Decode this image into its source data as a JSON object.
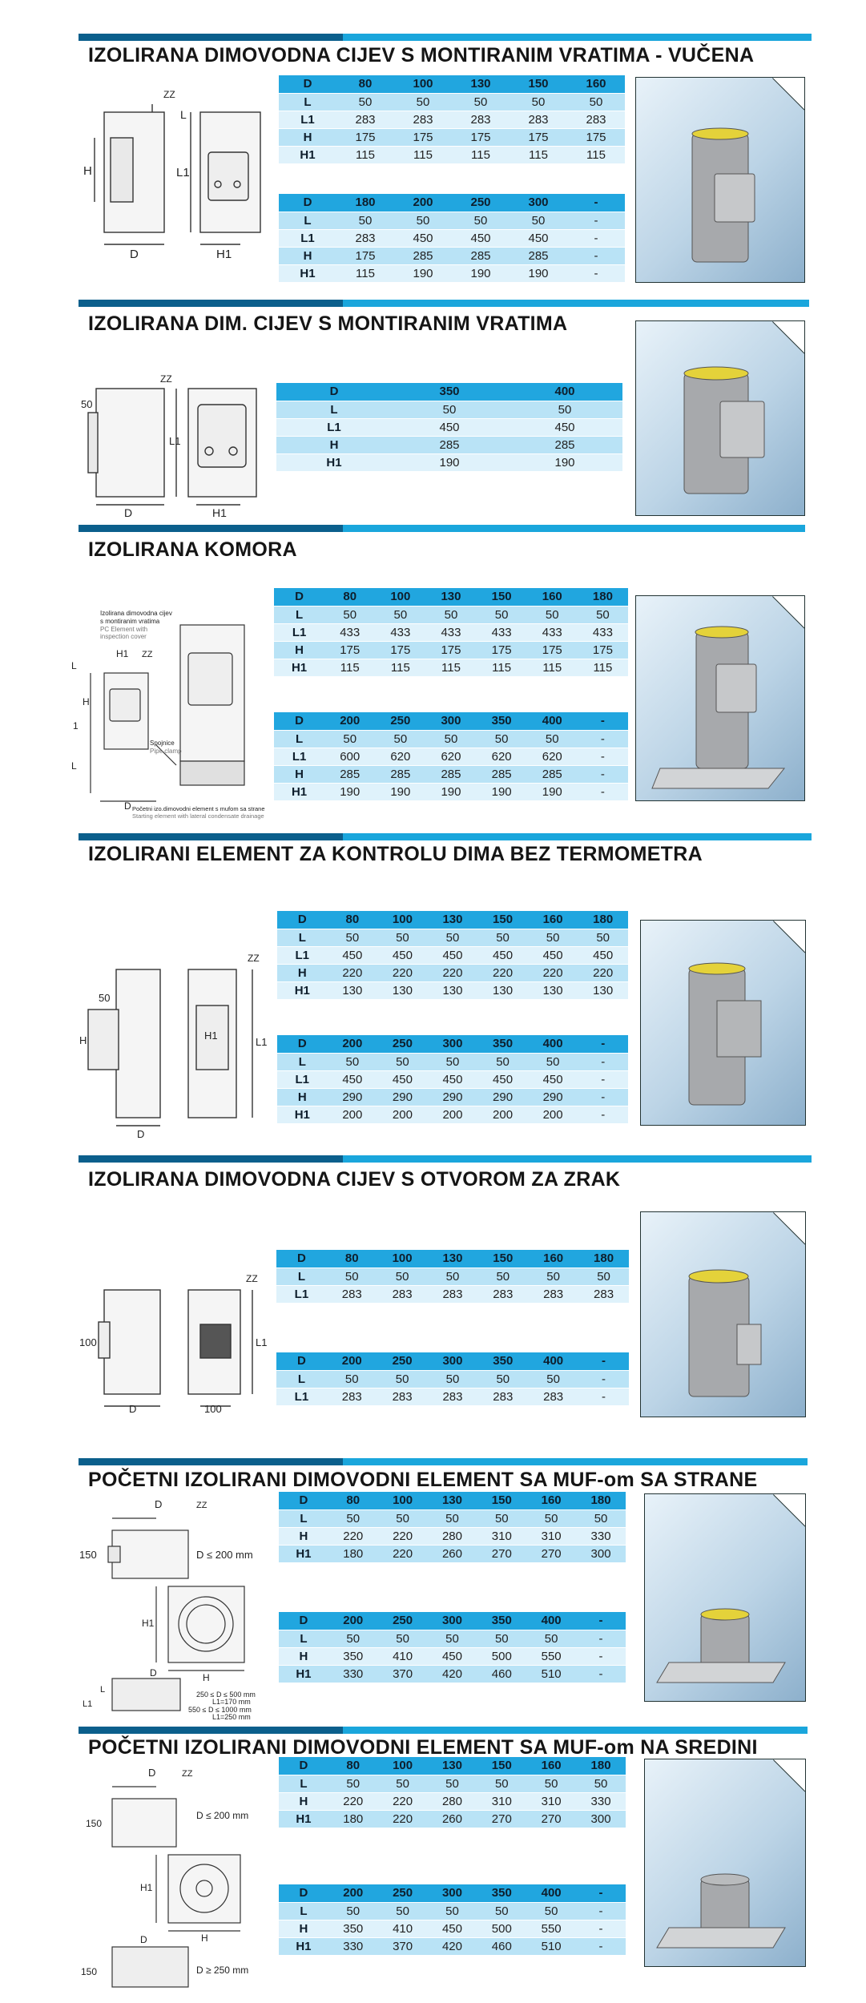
{
  "sections": [
    {
      "title": "IZOLIRANA DIMOVODNA CIJEV S MONTIRANIM VRATIMA - VUČENA",
      "drawing_labels": [
        "ZZ",
        "L",
        "H",
        "L1",
        "D",
        "H1"
      ],
      "tables": [
        {
          "header": [
            "D",
            "80",
            "100",
            "130",
            "150",
            "160"
          ],
          "rows": [
            [
              "L",
              "50",
              "50",
              "50",
              "50",
              "50"
            ],
            [
              "L1",
              "283",
              "283",
              "283",
              "283",
              "283"
            ],
            [
              "H",
              "175",
              "175",
              "175",
              "175",
              "175"
            ],
            [
              "H1",
              "115",
              "115",
              "115",
              "115",
              "115"
            ]
          ]
        },
        {
          "header": [
            "D",
            "180",
            "200",
            "250",
            "300",
            "-"
          ],
          "rows": [
            [
              "L",
              "50",
              "50",
              "50",
              "50",
              "-"
            ],
            [
              "L1",
              "283",
              "450",
              "450",
              "450",
              "-"
            ],
            [
              "H",
              "175",
              "285",
              "285",
              "285",
              "-"
            ],
            [
              "H1",
              "115",
              "190",
              "190",
              "190",
              "-"
            ]
          ]
        }
      ]
    },
    {
      "title": "IZOLIRANA DIM. CIJEV S MONTIRANIM VRATIMA",
      "drawing_labels": [
        "ZZ",
        "50",
        "L1",
        "D",
        "H1"
      ],
      "tables": [
        {
          "header": [
            "D",
            "350",
            "400"
          ],
          "rows": [
            [
              "L",
              "50",
              "50"
            ],
            [
              "L1",
              "450",
              "450"
            ],
            [
              "H",
              "285",
              "285"
            ],
            [
              "H1",
              "190",
              "190"
            ]
          ]
        }
      ]
    },
    {
      "title": "IZOLIRANA KOMORA",
      "drawing_labels": [
        "H1",
        "ZZ",
        "L",
        "H",
        "1",
        "L",
        "D"
      ],
      "drawing_notes": [
        "Izolirana dimovodna cijev",
        "s montiranim vratima",
        "PC Element with",
        "inspection cover",
        "Spojnice",
        "Pipe clamp",
        "Početni izo.dimovodni element s mufom sa strane",
        "Starting element with lateral condensate drainage"
      ],
      "tables": [
        {
          "header": [
            "D",
            "80",
            "100",
            "130",
            "150",
            "160",
            "180"
          ],
          "rows": [
            [
              "L",
              "50",
              "50",
              "50",
              "50",
              "50",
              "50"
            ],
            [
              "L1",
              "433",
              "433",
              "433",
              "433",
              "433",
              "433"
            ],
            [
              "H",
              "175",
              "175",
              "175",
              "175",
              "175",
              "175"
            ],
            [
              "H1",
              "115",
              "115",
              "115",
              "115",
              "115",
              "115"
            ]
          ]
        },
        {
          "header": [
            "D",
            "200",
            "250",
            "300",
            "350",
            "400",
            "-"
          ],
          "rows": [
            [
              "L",
              "50",
              "50",
              "50",
              "50",
              "50",
              "-"
            ],
            [
              "L1",
              "600",
              "620",
              "620",
              "620",
              "620",
              "-"
            ],
            [
              "H",
              "285",
              "285",
              "285",
              "285",
              "285",
              "-"
            ],
            [
              "H1",
              "190",
              "190",
              "190",
              "190",
              "190",
              "-"
            ]
          ]
        }
      ]
    },
    {
      "title": "IZOLIRANI ELEMENT ZA KONTROLU DIMA BEZ TERMOMETRA",
      "drawing_labels": [
        "ZZ",
        "50",
        "H",
        "H1",
        "L1",
        "D"
      ],
      "tables": [
        {
          "header": [
            "D",
            "80",
            "100",
            "130",
            "150",
            "160",
            "180"
          ],
          "rows": [
            [
              "L",
              "50",
              "50",
              "50",
              "50",
              "50",
              "50"
            ],
            [
              "L1",
              "450",
              "450",
              "450",
              "450",
              "450",
              "450"
            ],
            [
              "H",
              "220",
              "220",
              "220",
              "220",
              "220",
              "220"
            ],
            [
              "H1",
              "130",
              "130",
              "130",
              "130",
              "130",
              "130"
            ]
          ]
        },
        {
          "header": [
            "D",
            "200",
            "250",
            "300",
            "350",
            "400",
            "-"
          ],
          "rows": [
            [
              "L",
              "50",
              "50",
              "50",
              "50",
              "50",
              "-"
            ],
            [
              "L1",
              "450",
              "450",
              "450",
              "450",
              "450",
              "-"
            ],
            [
              "H",
              "290",
              "290",
              "290",
              "290",
              "290",
              "-"
            ],
            [
              "H1",
              "200",
              "200",
              "200",
              "200",
              "200",
              "-"
            ]
          ]
        }
      ]
    },
    {
      "title": "IZOLIRANA DIMOVODNA CIJEV S OTVOROM ZA ZRAK",
      "drawing_labels": [
        "ZZ",
        "100",
        "L1",
        "D",
        "100"
      ],
      "tables": [
        {
          "header": [
            "D",
            "80",
            "100",
            "130",
            "150",
            "160",
            "180"
          ],
          "rows": [
            [
              "L",
              "50",
              "50",
              "50",
              "50",
              "50",
              "50"
            ],
            [
              "L1",
              "283",
              "283",
              "283",
              "283",
              "283",
              "283"
            ]
          ]
        },
        {
          "header": [
            "D",
            "200",
            "250",
            "300",
            "350",
            "400",
            "-"
          ],
          "rows": [
            [
              "L",
              "50",
              "50",
              "50",
              "50",
              "50",
              "-"
            ],
            [
              "L1",
              "283",
              "283",
              "283",
              "283",
              "283",
              "-"
            ]
          ]
        }
      ]
    },
    {
      "title": "POČETNI IZOLIRANI DIMOVODNI ELEMENT SA MUF-om SA STRANE",
      "drawing_labels": [
        "D",
        "ZZ",
        "150",
        "H1",
        "H",
        "D",
        "L",
        "L1"
      ],
      "drawing_notes": [
        "D ≤ 200 mm",
        "250 ≤ D ≤ 500 mm",
        "L1=170 mm",
        "550 ≤ D ≤ 1000 mm",
        "L1=250 mm"
      ],
      "tables": [
        {
          "header": [
            "D",
            "80",
            "100",
            "130",
            "150",
            "160",
            "180"
          ],
          "rows": [
            [
              "L",
              "50",
              "50",
              "50",
              "50",
              "50",
              "50"
            ],
            [
              "H",
              "220",
              "220",
              "280",
              "310",
              "310",
              "330"
            ],
            [
              "H1",
              "180",
              "220",
              "260",
              "270",
              "270",
              "300"
            ]
          ]
        },
        {
          "header": [
            "D",
            "200",
            "250",
            "300",
            "350",
            "400",
            "-"
          ],
          "rows": [
            [
              "L",
              "50",
              "50",
              "50",
              "50",
              "50",
              "-"
            ],
            [
              "H",
              "350",
              "410",
              "450",
              "500",
              "550",
              "-"
            ],
            [
              "H1",
              "330",
              "370",
              "420",
              "460",
              "510",
              "-"
            ]
          ]
        }
      ]
    },
    {
      "title": "POČETNI IZOLIRANI DIMOVODNI ELEMENT SA MUF-om NA SREDINI",
      "drawing_labels": [
        "D",
        "ZZ",
        "150",
        "H1",
        "H",
        "D",
        "150"
      ],
      "drawing_notes": [
        "D ≤ 200 mm",
        "D ≥ 250 mm"
      ],
      "tables": [
        {
          "header": [
            "D",
            "80",
            "100",
            "130",
            "150",
            "160",
            "180"
          ],
          "rows": [
            [
              "L",
              "50",
              "50",
              "50",
              "50",
              "50",
              "50"
            ],
            [
              "H",
              "220",
              "220",
              "280",
              "310",
              "310",
              "330"
            ],
            [
              "H1",
              "180",
              "220",
              "260",
              "270",
              "270",
              "300"
            ]
          ]
        },
        {
          "header": [
            "D",
            "200",
            "250",
            "300",
            "350",
            "400",
            "-"
          ],
          "rows": [
            [
              "L",
              "50",
              "50",
              "50",
              "50",
              "50",
              "-"
            ],
            [
              "H",
              "350",
              "410",
              "450",
              "500",
              "550",
              "-"
            ],
            [
              "H1",
              "330",
              "370",
              "420",
              "460",
              "510",
              "-"
            ]
          ]
        }
      ]
    }
  ]
}
